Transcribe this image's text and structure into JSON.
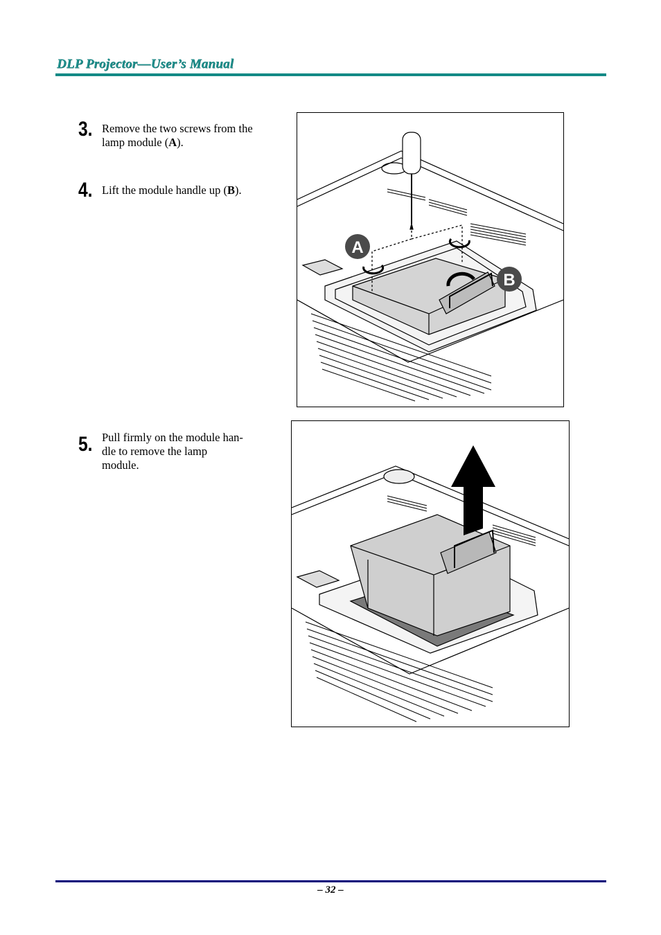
{
  "header": {
    "title": "DLP Projector—User’s Manual"
  },
  "steps": [
    {
      "number": "3.",
      "text_before": "Remove the two screws from the lamp module (",
      "bold": "A",
      "text_after": ")."
    },
    {
      "number": "4.",
      "text_before": "Lift the module handle up (",
      "bold": "B",
      "text_after": ")."
    },
    {
      "number": "5.",
      "text_before": "Pull firmly on the module han-\ndle to remove the lamp\nmodule.",
      "bold": "",
      "text_after": ""
    }
  ],
  "figures": {
    "top": {
      "callout_a": "A",
      "callout_b": "B"
    }
  },
  "footer": {
    "page_number": "– 32 –"
  }
}
